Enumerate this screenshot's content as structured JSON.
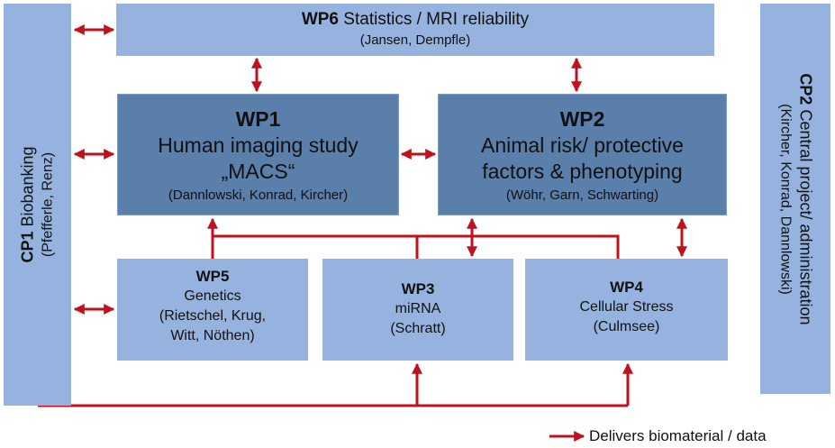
{
  "cp1": {
    "id": "CP1",
    "title": "Biobanking",
    "people": "(Pfefferle, Renz)"
  },
  "cp2": {
    "id": "CP2",
    "title": "Central project/ administration",
    "people": "(Kircher, Konrad, Dannlowski)"
  },
  "wp6": {
    "id": "WP6",
    "title": "Statistics / MRI reliability",
    "people": "(Jansen, Dempfle)"
  },
  "wp1": {
    "id": "WP1",
    "title_line1": "Human imaging study",
    "title_line2": "„MACS“",
    "people": "(Dannlowski, Konrad, Kircher)"
  },
  "wp2": {
    "id": "WP2",
    "title_line1": "Animal risk/ protective",
    "title_line2": "factors & phenotyping",
    "people": "(Wöhr, Garn, Schwarting)"
  },
  "wp5": {
    "id": "WP5",
    "title": "Genetics",
    "people_line1": "(Rietschel, Krug,",
    "people_line2": "Witt, Nöthen)"
  },
  "wp3": {
    "id": "WP3",
    "title": "miRNA",
    "people": "(Schratt)"
  },
  "wp4": {
    "id": "WP4",
    "title": "Cellular Stress",
    "people": "(Culmsee)"
  },
  "legend": {
    "label": "Delivers biomaterial / data"
  },
  "colors": {
    "box_light": "#95b3de",
    "box_dark": "#5a7fab",
    "arrow": "#c0111f"
  }
}
